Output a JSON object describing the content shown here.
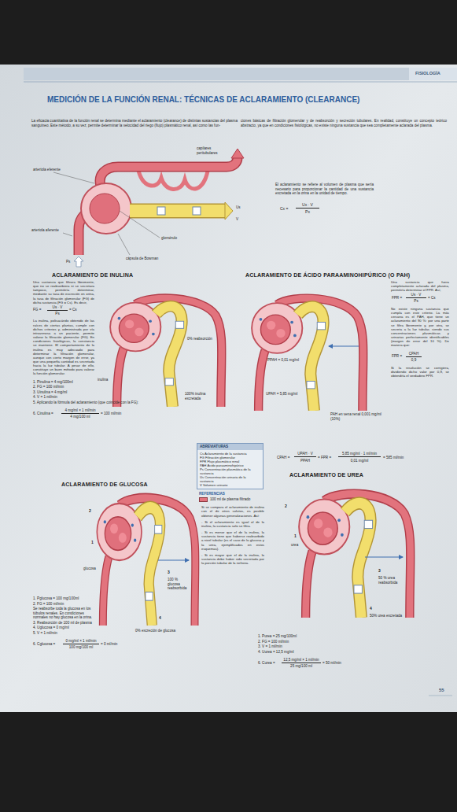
{
  "diagram": {
    "title": "MEDICIÓN DE LA FUNCIÓN RENAL: TÉCNICAS DE ACLARAMIENTO (CLEARANCE)",
    "nodes": [
      {
        "text": [
          "ABREVIATURAS",
          "Cs Aclaramiento de la sustancia",
          "FG Filtración glomerular",
          "FPR Flujo plasmático renal",
          "PAH Ácido paraaminohipúrico",
          "Ps Concentración plasmática de la sustancia",
          "Us Concentración urinaria de la sustancia",
          "V Volumen urinario"
        ]
      }
    ],
    "labels": [
      "FISIOLOGÍA",
      "La eficacia cuantitativa de la función renal se determina mediante el aclaramiento (clearance) de distintas sustancias del plasma sanguíneo. Este método, a su vez, permite determinar la velocidad del riego (flujo) plasmático renal, así como las fun-",
      "ciones básicas de filtración glomerular y de reabsorción y secreción tubulares. En realidad, constituye un concepto teórico abstracto, ya que en condiciones fisiológicas, no existe ninguna sustancia que sea completamente aclarada del plasma.",
      "arteriola eferente",
      "capilares peritubulares",
      "Us",
      "V",
      "arteriola aferente",
      "Ps",
      "cápsula de Bowman",
      "glomérulo",
      "El aclaramiento se refiere al volumen de plasma que sería necesario para proporcionar la cantidad de una sustancia excretada en la orina en la unidad de tiempo.",
      "Cx =",
      "Ux · V",
      "Px",
      "ACLARAMIENTO DE INULINA",
      "Una sustancia que filtrara libremente, que no se reabsorbiera ni se secretara tampoco, permitiría determinar, mediante su tasa de excreción en orina, la tasa de filtración glomerular (FG) de dicha sustancia (FG = Cs). Es decir,",
      "FG =",
      "Us · V",
      "Ps",
      "= Cs",
      "La inulina, polisacárido obtenido de las raíces de ciertas plantas, cumple con dichos criterios y, administrada por vía intravenosa a un paciente, permite valorar la filtración glomerular (FG). En condiciones fisiológicas, la constancia se mantiene. El comportamiento de la inulina es muy adecuado para determinar la filtración glomerular, aunque con cierto margen de error, ya que una pequeña cantidad es secretada hacia la luz tubular. A pesar de ello, constituye un buen método para valorar la función glomerular.",
      "1. Pinulina = 4 mg/100ml",
      "2. FG = 100 ml/min",
      "3. Uinulina = 4 mg/ml",
      "4. V = 1 ml/min",
      "5. Aplicando la fórmula del aclaramiento (que coincide con la FG):",
      "6. Cinulina =",
      "4 mg/ml × 1 ml/min",
      "4 mg/100 ml",
      "= 100 ml/min",
      "inulina",
      "0% reabsorción",
      "100% inulina excretada",
      "ACLARAMIENTO DE ÁCIDO PARAAMINOHIPÚRICO (O PAH)",
      "PPAH = 0,01 mg/ml",
      "UPAH = 5,85 mg/ml",
      "PAH en vena renal 0,001 mg/ml (10%)",
      "Una sustancia que fuera completamente aclarada del plasma, permitiría determinar el FPR. Así,",
      "FPR =",
      "Us · V",
      "Ps",
      "= Cs",
      "No existe ninguna sustancia que cumpla con este criterio. La más cercana es el PAH, que tiene un aclaramiento del 90 %: por una parte se filtra libremente y, por otra, se secreta a la luz tubular, siendo sus concentraciones plasmáticas y urinarias perfectamente identificables (margen de error del 10 %). De manera que:",
      "FPR =",
      "CPAH",
      "0,9",
      "Si la resolución se corrigiera, dividiendo dicho valor por 0,9, se obtendría el verdadero FPR.",
      "CPAH =",
      "UPAH · V",
      "PPAH",
      "= FPR =",
      "5,85 mg/ml · 1 ml/min",
      "0,01 mg/ml",
      "= 585 ml/min",
      "REFERENCIAS",
      "ACLARAMIENTO DE GLUCOSA",
      "1",
      "glucosa",
      "2",
      "3",
      "100 % glucosa reabsorbida",
      "4",
      "0% excreción de glucosa",
      "1. Pglucosa = 100 mg/100ml",
      "2. FG = 100 ml/min",
      "Se reabsorbe toda la glucosa en los túbulos renales. En condiciones normales no hay glucosa en la orina.",
      "3. Reabsorción de 100 ml de plasma",
      "4. Uglucosa = 0 mg/ml",
      "5. V = 1 ml/min",
      "6. Cglucosa =",
      "0 mg/ml × 1 ml/min",
      "100 mg/100 ml",
      "= 0 ml/min",
      "Si se compara el aclaramiento de inulina con el de otros solutos, es posible obtener algunas generalizaciones. Así:",
      "- Si el aclaramiento es igual al de la inulina, la sustancia solo se filtra.",
      "- Si es menor que el de la inulina, la sustancia tiene que haberse reabsorbido a nivel tubular (es el caso de la glucosa y la urea, ejemplificados en estos esquemas).",
      "- Si es mayor que el de la inulina, la sustancia debe haber sido secretada por la porción tubular de la nefrona.",
      "ACLARAMIENTO DE UREA",
      "urea",
      "1",
      "2",
      "3",
      "50 % urea reabsorbida",
      "4",
      "50% urea excretada",
      "1. Purea = 25 mg/100ml",
      "2. FG = 100 ml/min",
      "3. V = 1 ml/min",
      "4. Uurea = 12,5 mg/ml",
      "6. Curea =",
      "12,5 mg/ml × 1 ml/min",
      "25 mg/100 ml",
      "= 50 ml/min",
      "55"
    ],
    "legend": [
      {
        "text": "100 ml de plasma filtrado",
        "color": "#e2737d"
      }
    ]
  }
}
